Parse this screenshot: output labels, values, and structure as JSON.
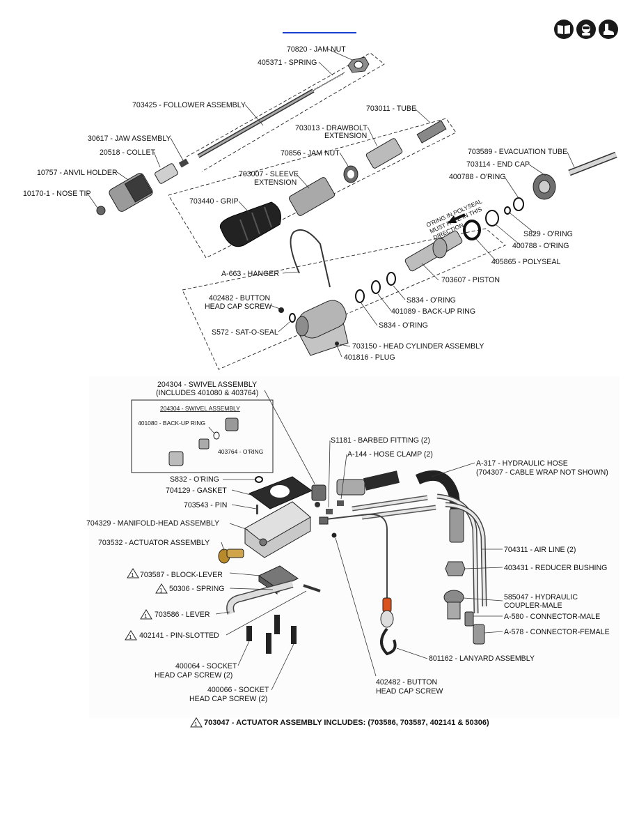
{
  "labels": {
    "jam_nut_top": "70820 - JAM NUT",
    "spring_top": "405371 - SPRING",
    "follower": "703425 - FOLLOWER ASSEMBLY",
    "tube": "703011 - TUBE",
    "drawbolt_1": "703013 - DRAWBOLT",
    "drawbolt_2": "EXTENSION",
    "jaw": "30617 - JAW ASSEMBLY",
    "collet": "20518 - COLLET",
    "anvil": "10757 - ANVIL HOLDER",
    "nose_tip": "10170-1 - NOSE TIP",
    "jam_nut_mid": "70856 - JAM NUT",
    "sleeve_1": "703007 - SLEEVE",
    "sleeve_2": "EXTENSION",
    "grip": "703440 - GRIP",
    "evac_tube": "703589 - EVACUATION TUBE",
    "end_cap": "703114 - END CAP",
    "oring_400788_top": "400788 - O'RING",
    "polyseal_note_1": "O'RING IN POLYSEAL",
    "polyseal_note_2": "MUST FACE IN THIS",
    "polyseal_note_3": "DIRECTION",
    "oring_s829": "S829 - O'RING",
    "oring_400788_bot": "400788 - O'RING",
    "polyseal": "405865 - POLYSEAL",
    "hanger": "A-663 - HANGER",
    "piston": "703607 - PISTON",
    "button_screw_1": "402482 - BUTTON",
    "button_screw_2": "HEAD CAP SCREW",
    "oring_s834_a": "S834 - O'RING",
    "backup_ring": "401089 - BACK-UP RING",
    "sat_o_seal": "S572 - SAT-O-SEAL",
    "oring_s834_b": "S834 - O'RING",
    "head_cylinder": "703150 - HEAD CYLINDER ASSEMBLY",
    "plug": "401816 - PLUG",
    "swivel_1": "204304 - SWIVEL ASSEMBLY",
    "swivel_2": "(INCLUDES 401080 & 403764)",
    "inset_title": "204304 - SWIVEL ASSEMBLY",
    "inset_backup": "401080 - BACK-UP RING",
    "inset_oring": "403764 - O'RING",
    "barbed": "S1181 - BARBED FITTING (2)",
    "hose_clamp": "A-144 - HOSE CLAMP (2)",
    "hyd_hose_1": "A-317 - HYDRAULIC HOSE",
    "hyd_hose_2": "(704307 - CABLE WRAP NOT SHOWN)",
    "oring_s832": "S832 - O'RING",
    "gasket": "704129 - GASKET",
    "pin": "703543 - PIN",
    "manifold": "704329 - MANIFOLD-HEAD ASSEMBLY",
    "actuator": "703532 - ACTUATOR ASSEMBLY",
    "air_line": "704311 - AIR LINE (2)",
    "reducer": "403431 - REDUCER BUSHING",
    "block_lever": "703587 - BLOCK-LEVER",
    "spring_bot": "50306 - SPRING",
    "coupler_1": "585047 - HYDRAULIC",
    "coupler_2": "COUPLER-MALE",
    "lever": "703586 - LEVER",
    "conn_male": "A-580 - CONNECTOR-MALE",
    "pin_slotted": "402141 - PIN-SLOTTED",
    "conn_female": "A-578 - CONNECTOR-FEMALE",
    "lanyard": "801162 - LANYARD ASSEMBLY",
    "socket64_1": "400064 - SOCKET",
    "socket64_2": "HEAD CAP SCREW (2)",
    "socket66_1": "400066 - SOCKET",
    "socket66_2": "HEAD CAP SCREW (2)",
    "button_bot_1": "402482 - BUTTON",
    "button_bot_2": "HEAD CAP SCREW",
    "footnote": "703047 - ACTUATOR ASSEMBLY INCLUDES: (703586, 703587, 402141 & 50306)"
  },
  "note_marker": "1",
  "icons": [
    "read-manual-icon",
    "face-protection-icon",
    "safety-boot-icon"
  ],
  "colors": {
    "link": "#1a3fd0",
    "part_dark": "#2a2a2a",
    "part_grey": "#bdbdbd",
    "brass": "#b88a2a",
    "lanyard_tag": "#d9531e"
  }
}
